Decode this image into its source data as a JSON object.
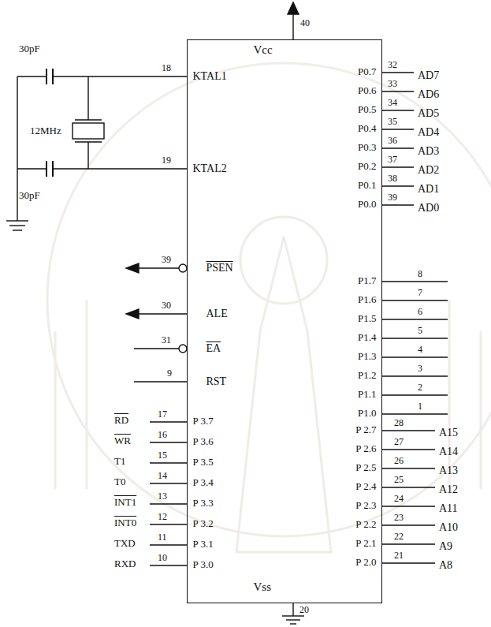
{
  "diagram": {
    "nodes": [
      {
        "text": [
          "Vcc",
          "KTAL1",
          "KTAL2",
          "PSEN",
          "ALE",
          "EA",
          "RST",
          "P 3.7",
          "P 3.6",
          "P 3.5",
          "P 3.4",
          "P 3.3",
          "P 3.2",
          "P 3.1",
          "P 3.0",
          "P0.7",
          "P0.6",
          "P0.5",
          "P0.4",
          "P0.3",
          "P0.2",
          "P0.1",
          "P0.0",
          "P1.7",
          "P1.6",
          "P1.5",
          "P1.4",
          "P1.3",
          "P1.2",
          "P1.1",
          "P1.0",
          "P 2.7",
          "P 2.6",
          "P 2.5",
          "P 2.4",
          "P 2.3",
          "P 2.2",
          "P 2.1",
          "P 2.0",
          "Vss"
        ]
      }
    ],
    "labels": [
      "40",
      "30pF",
      "18",
      "12MHz",
      "19",
      "30pF",
      "39",
      "30",
      "31",
      "9",
      "RD",
      "17",
      "WR",
      "16",
      "T1",
      "15",
      "T0",
      "14",
      "INT1",
      "13",
      "INT0",
      "12",
      "TXD",
      "11",
      "RXD",
      "10",
      "32",
      "AD7",
      "33",
      "AD6",
      "34",
      "AD5",
      "35",
      "AD4",
      "36",
      "AD3",
      "37",
      "AD2",
      "38",
      "AD1",
      "39",
      "AD0",
      "8",
      "7",
      "6",
      "5",
      "4",
      "3",
      "2",
      "1",
      "28",
      "A15",
      "27",
      "A14",
      "26",
      "A13",
      "25",
      "A12",
      "24",
      "A11",
      "23",
      "A10",
      "22",
      "A9",
      "21",
      "A8",
      "20"
    ]
  }
}
